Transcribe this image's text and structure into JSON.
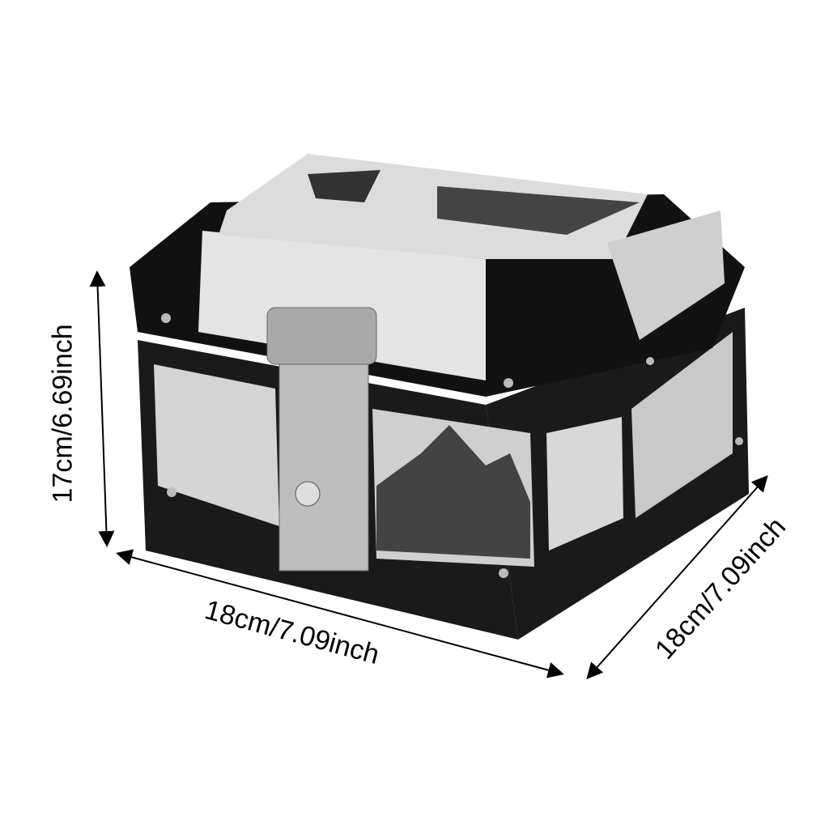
{
  "dimensions": {
    "height_label": "17cm/6.69inch",
    "width_label": "18cm/7.09inch",
    "depth_label": "18cm/7.09inch"
  },
  "colors": {
    "frame": "#111111",
    "panel": "#d9d9d9",
    "metal": "#b8b8b8",
    "accent": "#555555"
  }
}
